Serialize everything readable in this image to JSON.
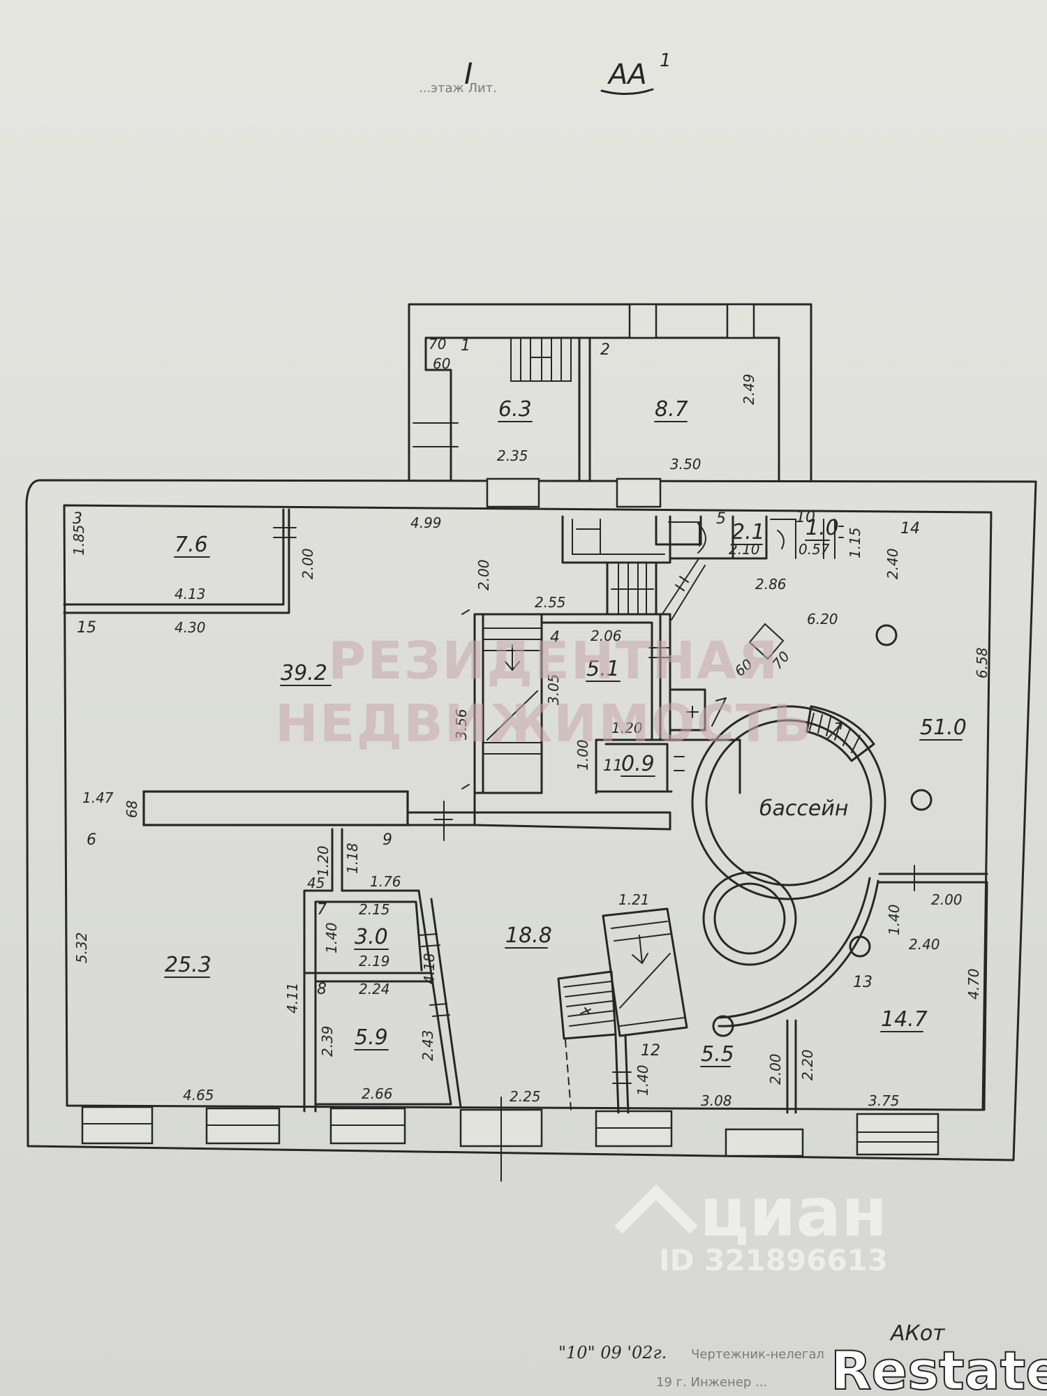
{
  "sheet": {
    "roman": "I",
    "literal": "АА",
    "literal_sup": "1",
    "header_stamp": "...этаж Лит."
  },
  "rooms": [
    {
      "id": "1",
      "area": "6.3"
    },
    {
      "id": "2",
      "area": "8.7"
    },
    {
      "id": "3",
      "area": "7.6"
    },
    {
      "id": "4",
      "area": "5.1"
    },
    {
      "id": "5",
      "area": "2.1"
    },
    {
      "id": "6",
      "area": "25.3"
    },
    {
      "id": "7",
      "area": "3.0"
    },
    {
      "id": "8",
      "area": "5.9"
    },
    {
      "id": "9",
      "area": "18.8"
    },
    {
      "id": "10",
      "area": "1.0"
    },
    {
      "id": "11",
      "area": "0.9"
    },
    {
      "id": "12",
      "area": "5.5"
    },
    {
      "id": "13",
      "area": "14.7"
    },
    {
      "id": "14",
      "area": "51.0"
    },
    {
      "id": "15",
      "area": "39.2"
    }
  ],
  "pool_label": "бассейн",
  "dimensions": {
    "r1_w": "2.35",
    "r1_a": "70",
    "r1_b": "60",
    "r2_w": "3.50",
    "r2_h": "2.49",
    "top_499": "4.99",
    "r3_w": "4.13",
    "r3_h": "1.85",
    "r3_side": "2.00",
    "r15_w": "4.30",
    "hall_200": "2.00",
    "hall_255": "2.55",
    "stair_356": "3.56",
    "r4_w": "2.06",
    "r4_h": "3.05",
    "r5_w": "2.10",
    "r10_w": "0.57",
    "r14_115": "1.15",
    "r14_240": "2.40",
    "r14_286": "2.86",
    "r14_620": "6.20",
    "r14_658": "6.58",
    "r14_60": "60",
    "r14_70": "70",
    "r11_w": "1.20",
    "r11_h": "1.00",
    "left_147": "1.47",
    "left_68": "68",
    "c_120": "1.20",
    "c_118": "1.18",
    "c_45": "45",
    "c_176": "1.76",
    "r7_w1": "2.15",
    "r7_w2": "2.19",
    "r7_h": "1.40",
    "r8_w1": "2.24",
    "r8_w2": "2.66",
    "r8_h1": "2.39",
    "r8_h2": "2.43",
    "r9_418": "4.18",
    "r9_121": "1.21",
    "r9_225": "2.25",
    "r6_w": "4.65",
    "r6_h": "5.32",
    "r6_side": "4.11",
    "r12_140": "1.40",
    "r12_308": "3.08",
    "r12_200": "2.00",
    "r13_200": "2.00",
    "r13_140": "1.40",
    "r13_240": "2.40",
    "r13_470": "4.70",
    "r13_220": "2.20",
    "r13_375": "3.75"
  },
  "footer": {
    "date": "\"10\" 09 '02г.",
    "stamp_line1": "Чертежник-нелегал",
    "stamp_line2": "19   г. Инженер ...",
    "signature": "АКот"
  },
  "watermarks": {
    "center_line1": "РЕЗИДЕНТНАЯ",
    "center_line2": "НЕДВИЖИМОСТЬ",
    "cian_name": "циан",
    "cian_id": "ID 321896613",
    "brand": "Restate"
  }
}
